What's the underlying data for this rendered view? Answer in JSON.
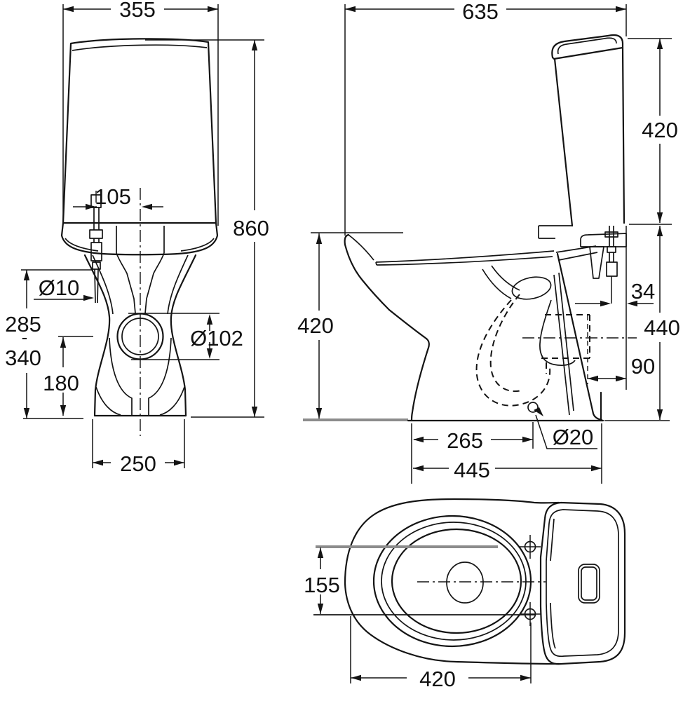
{
  "drawing": {
    "type": "technical-installation-drawing",
    "subject": "close-coupled toilet with cistern, three orthographic views",
    "units": "mm",
    "colors": {
      "line": "#141414",
      "construction_line": "#8c8c8c",
      "background": "#ffffff"
    },
    "views": {
      "front": {
        "name": "front view",
        "dims": {
          "tank_width": "355",
          "inlet_center_offset": "105",
          "total_height": "860",
          "inlet_pipe_diameter": "Ø10",
          "inlet_height_min": "285",
          "inlet_height_sep": "-",
          "inlet_height_max": "340",
          "outlet_center_height": "180",
          "outlet_diameter": "Ø102",
          "base_width": "250"
        }
      },
      "side": {
        "name": "side view",
        "dims": {
          "total_depth": "635",
          "cistern_height": "420",
          "bowl_height": "420",
          "supply_offset_from_rear": "34",
          "height_to_hinge": "440",
          "outlet_offset_from_rear": "90",
          "outlet_center_from_front": "265",
          "foot_depth": "445",
          "fixing_hole_diameter": "Ø20"
        }
      },
      "top": {
        "name": "top view",
        "dims": {
          "seat_bolt_spacing": "155",
          "bolt_to_front_rim": "420"
        }
      }
    }
  }
}
